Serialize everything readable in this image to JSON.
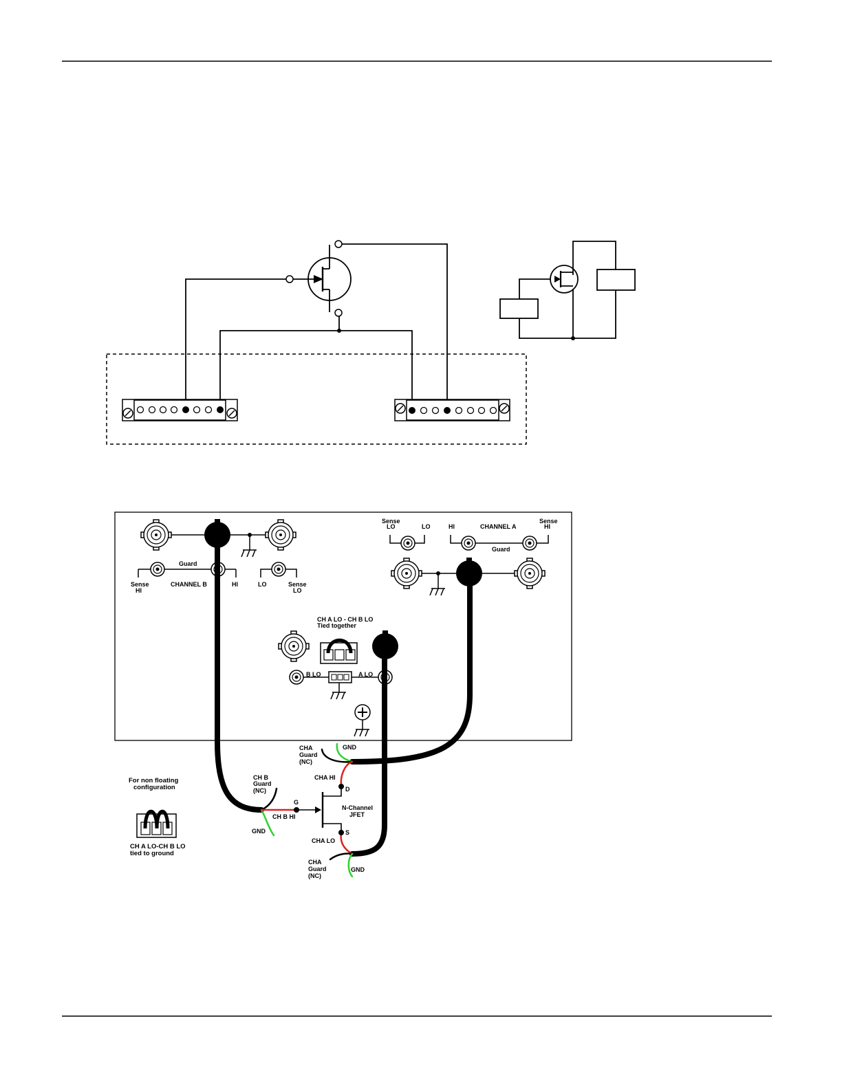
{
  "colors": {
    "ink": "#000000",
    "red_wire": "#e02020",
    "green_wire": "#2ed22e",
    "paper": "#ffffff"
  },
  "panel": {
    "channel_b": {
      "sense_hi_1": "Sense",
      "sense_hi_2": "HI",
      "title": "CHANNEL B",
      "guard": "Guard",
      "hi": "HI",
      "lo": "LO",
      "sense_lo_1": "Sense",
      "sense_lo_2": "LO"
    },
    "channel_a": {
      "sense_lo_1": "Sense",
      "sense_lo_2": "LO",
      "lo": "LO",
      "hi": "HI",
      "title": "CHANNEL A",
      "sense_hi_1": "Sense",
      "sense_hi_2": "HI",
      "guard": "Guard"
    },
    "tie_1": "CH A LO - CH B LO",
    "tie_2": "Tied together",
    "b_lo": "B LO",
    "a_lo": "A LO"
  },
  "wiring": {
    "cha_guard_top_1": "CHA",
    "cha_guard_top_2": "Guard",
    "cha_guard_top_3": "(NC)",
    "gnd_top": "GND",
    "cha_hi": "CHA HI",
    "chb_guard_1": "CH B",
    "chb_guard_2": "Guard",
    "chb_guard_3": "(NC)",
    "chb_hi": "CH B HI",
    "gnd_left": "GND",
    "gate": "G",
    "drain": "D",
    "source": "S",
    "jfet_1": "N-Channel",
    "jfet_2": "JFET",
    "cha_lo": "CHA LO",
    "cha_guard_bot_1": "CHA",
    "cha_guard_bot_2": "Guard",
    "cha_guard_bot_3": "(NC)",
    "gnd_bot": "GND"
  },
  "inset": {
    "title_1": "For non floating",
    "title_2": "configuration",
    "cap_1": "CH A LO-CH B LO",
    "cap_2": "tied to ground"
  }
}
